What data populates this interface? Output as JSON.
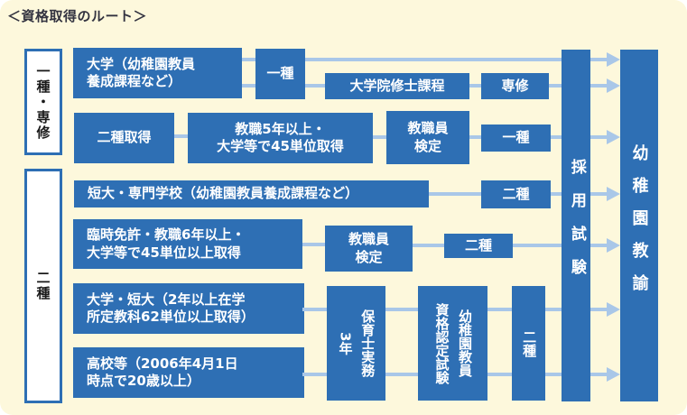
{
  "title": "＜資格取得のルート＞",
  "colors": {
    "box_blue": "#2E6FB4",
    "connector_blue": "#A9C7E8",
    "background_cream": "#FDF8DC",
    "box_text": "#FFFFFF",
    "side_label_text": "#1A1A1A"
  },
  "side_labels": {
    "top": "一種・専修",
    "bottom": "二種"
  },
  "nodes": {
    "univ": "大学（幼稚園教員\n養成課程など）",
    "license1a": "一種",
    "grad": "大学院修士課程",
    "senshu": "専修",
    "nishuGet": "二種取得",
    "kyoshoku5": "教職5年以上・\n大学等で45単位取得",
    "kenteiA": "教職員\n検定",
    "license1b": "一種",
    "tandai": "短大・専門学校（幼稚園教員養成課程など）",
    "license2a": "二種",
    "rinji": "臨時免許・教職6年以上・\n大学等で45単位以上取得",
    "kenteiB": "教職員\n検定",
    "license2b": "二種",
    "daiTan": "大学・短大（2年以上在学\n所定教科62単位以上取得）",
    "hoiku": "保育士実務\n3年",
    "nintei": "幼稚園教員\n資格認定試験",
    "license2tall": "二種",
    "koukou": "高校等（2006年4月1日\n時点で20歳以上）"
  },
  "columns": {
    "exam": "採用試験",
    "goal": "幼稚園教諭"
  }
}
